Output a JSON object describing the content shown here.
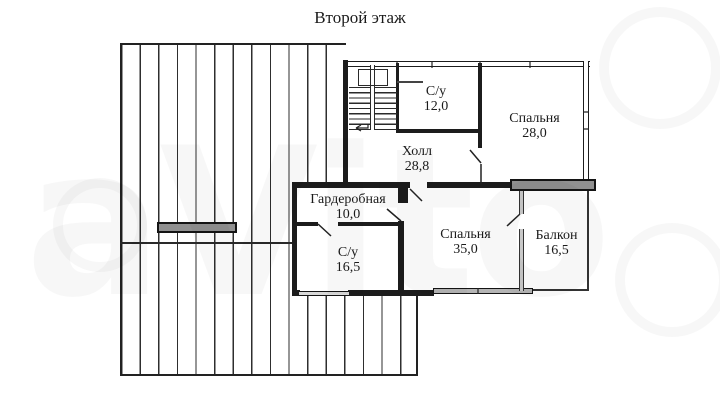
{
  "title": "Второй этаж",
  "watermark": "aVito",
  "colors": {
    "wall": "#1c1c1c",
    "line": "#2e2e2e",
    "fill-gray": "#909090",
    "paper": "#ffffff",
    "text": "#1b1b1b"
  },
  "rooms": [
    {
      "name": "С/у",
      "area": "12,0"
    },
    {
      "name": "Спальня",
      "area": "28,0"
    },
    {
      "name": "Холл",
      "area": "28,8"
    },
    {
      "name": "Гардеробная",
      "area": "10,0"
    },
    {
      "name": "Спальня",
      "area": "35,0"
    },
    {
      "name": "С/у",
      "area": "16,5"
    },
    {
      "name": "Балкон",
      "area": "16,5"
    }
  ]
}
